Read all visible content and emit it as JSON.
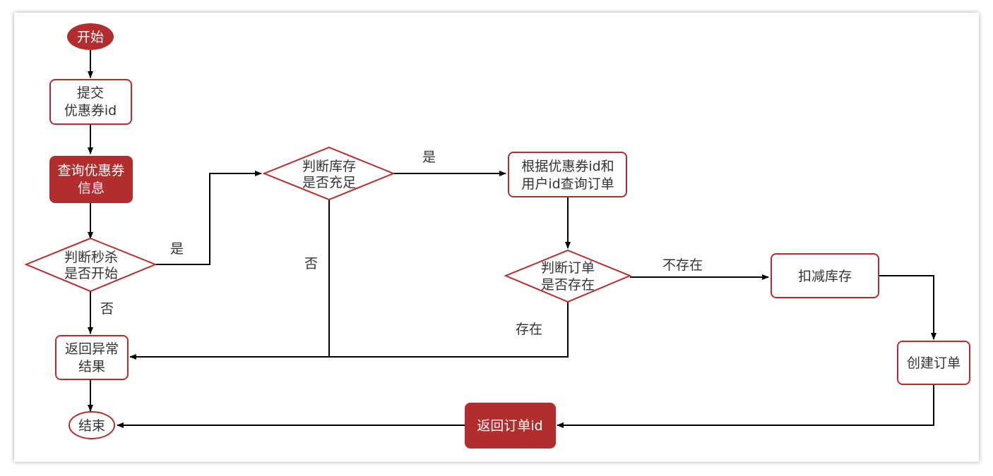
{
  "colors": {
    "accent_fill": "#b22e2e",
    "stroke": "#b22e2e",
    "line": "#000000",
    "text": "#333333"
  },
  "nodes": {
    "start": [
      "开始"
    ],
    "submit": [
      "提交",
      "优惠券id"
    ],
    "query_coupon": [
      "查询优惠券",
      "信息"
    ],
    "check_seckill": [
      "判断秒杀",
      "是否开始"
    ],
    "check_stock": [
      "判断库存",
      "是否充足"
    ],
    "query_order": [
      "根据优惠券id和",
      "用户id查询订单"
    ],
    "check_order": [
      "判断订单",
      "是否存在"
    ],
    "deduct_stock": [
      "扣减库存"
    ],
    "create_order": [
      "创建订单"
    ],
    "return_error": [
      "返回异常",
      "结果"
    ],
    "return_order_id": [
      "返回订单id"
    ],
    "end": [
      "结束"
    ]
  },
  "edge_labels": {
    "seckill_yes": "是",
    "seckill_no": "否",
    "stock_yes": "是",
    "stock_no": "否",
    "order_not_exist": "不存在",
    "order_exist": "存在"
  }
}
